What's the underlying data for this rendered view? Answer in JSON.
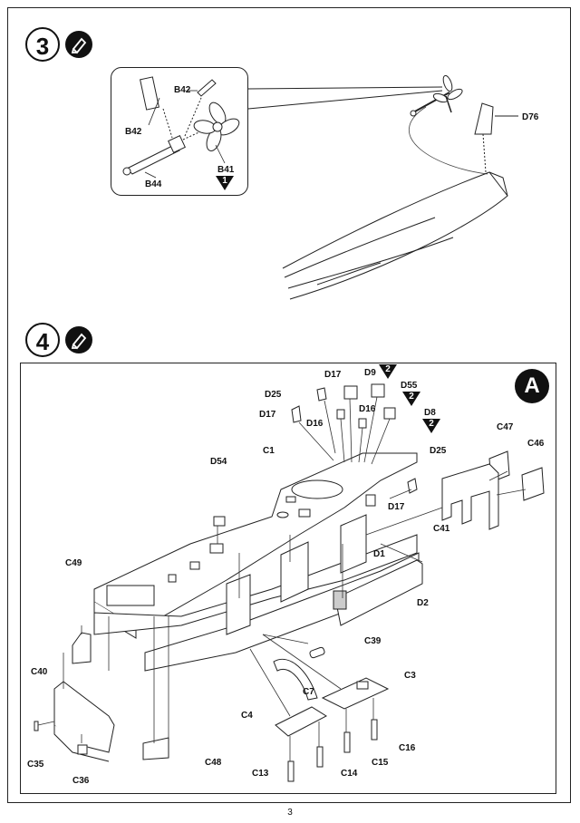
{
  "step3": {
    "number": "3",
    "labels": {
      "b42_top": "B42",
      "b42_left": "B42",
      "b44": "B44",
      "b41": "B41",
      "b41_marker": "1",
      "d76": "D76"
    }
  },
  "step4": {
    "number": "4",
    "subassembly": "A",
    "labels": {
      "d17a": "D17",
      "d9": "D9",
      "d9_marker": "2",
      "d25a": "D25",
      "d55": "D55",
      "d55_marker": "2",
      "d17b": "D17",
      "d16a": "D16",
      "d16b": "D16",
      "d8": "D8",
      "d8_marker": "2",
      "c47": "C47",
      "c46": "C46",
      "d25b": "D25",
      "d54": "D54",
      "c1": "C1",
      "d17c": "D17",
      "c41": "C41",
      "d1": "D1",
      "c49": "C49",
      "d2": "D2",
      "c39": "C39",
      "c40": "C40",
      "c3": "C3",
      "c7": "C7",
      "c4": "C4",
      "c16": "C16",
      "c35": "C35",
      "c48": "C48",
      "c15": "C15",
      "c36": "C36",
      "c13": "C13",
      "c14": "C14"
    }
  },
  "footer": {
    "page_number": "3"
  }
}
